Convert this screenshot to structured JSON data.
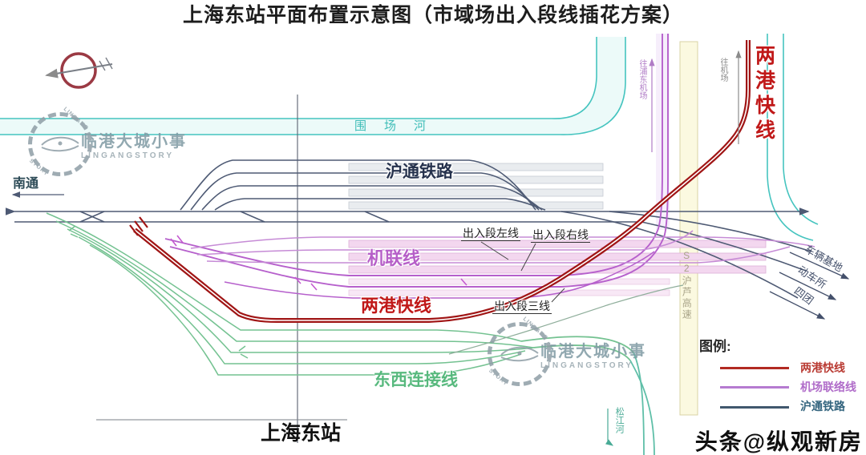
{
  "title": "上海东站平面布置示意图（市域场出入段线插花方案）",
  "labels": {
    "nantong": "南通",
    "hutong_railway": "沪通铁路",
    "weichang_river": "围场河",
    "jilian_line": "机联线",
    "lianggang_express": "两港快线",
    "east_west_link": "东西连接线",
    "station": "上海东站",
    "depot_left": "出入段左线",
    "depot_right": "出入段右线",
    "depot_third": "出入段三线",
    "to_pudong_airport": "往浦东机场",
    "to_airport": "往机场",
    "expressway": "S2沪芦高速",
    "songjiang_river": "松江河",
    "vehicle_base": "车辆基地",
    "emu_depot": "动车所",
    "situan": "四团"
  },
  "legend": {
    "title": "图例:",
    "items": [
      {
        "label": "两港快线",
        "color": "#b22a22"
      },
      {
        "label": "机场联络线",
        "color": "#b57ad0"
      },
      {
        "label": "沪通铁路",
        "color": "#33647e"
      }
    ]
  },
  "watermark": {
    "cn": "临港大城小事",
    "en": "LINGANGSTORY",
    "ring_top": "LINGANG",
    "ring_bottom": "STORY"
  },
  "credit": "头条@纵观新房",
  "colors": {
    "lianggang_red": "#a01515",
    "airport_purple": "#b660cc",
    "hutong_slate": "#4e5a74",
    "river_teal": "#45c4bf",
    "eastwest_green": "#74c291",
    "road_yellow": "#fbf9e0"
  }
}
